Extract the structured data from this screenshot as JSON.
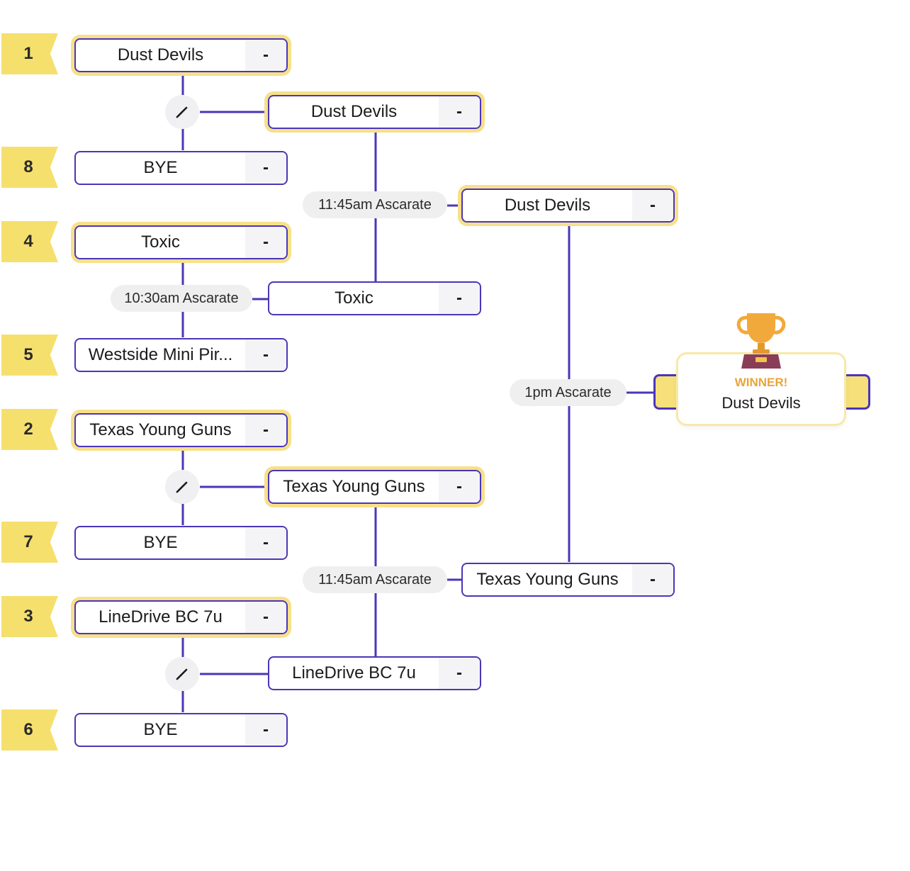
{
  "colors": {
    "line": "#4b36b8",
    "seed_bg": "#f5e06e",
    "win_glow": "#f7e08a",
    "score_bg": "#f4f4f6",
    "pill_bg": "#efefef",
    "winner_label": "#e8a43a"
  },
  "seeds": [
    "1",
    "8",
    "4",
    "5",
    "2",
    "7",
    "3",
    "6"
  ],
  "round1": [
    {
      "team": "Dust Devils",
      "score": "-",
      "winner": true
    },
    {
      "team": "BYE",
      "score": "-",
      "winner": false
    },
    {
      "team": "Toxic",
      "score": "-",
      "winner": true
    },
    {
      "team": "Westside Mini Pir...",
      "score": "-",
      "winner": false
    },
    {
      "team": "Texas Young Guns",
      "score": "-",
      "winner": true
    },
    {
      "team": "BYE",
      "score": "-",
      "winner": false
    },
    {
      "team": "LineDrive BC 7u",
      "score": "-",
      "winner": true
    },
    {
      "team": "BYE",
      "score": "-",
      "winner": false
    }
  ],
  "round2": [
    {
      "team": "Dust Devils",
      "score": "-",
      "winner": true
    },
    {
      "team": "Toxic",
      "score": "-",
      "winner": false
    },
    {
      "team": "Texas Young Guns",
      "score": "-",
      "winner": true
    },
    {
      "team": "LineDrive BC 7u",
      "score": "-",
      "winner": false
    }
  ],
  "round3": [
    {
      "team": "Dust Devils",
      "score": "-",
      "winner": true
    },
    {
      "team": "Texas Young Guns",
      "score": "-",
      "winner": false
    }
  ],
  "game_times": {
    "r1_game2": "10:30am Ascarate",
    "r2_game1": "11:45am Ascarate",
    "r2_game2": "11:45am Ascarate",
    "final": "1pm Ascarate"
  },
  "edit_icon": "pencil-icon",
  "trophy_icon": "trophy-icon",
  "winner": {
    "label": "WINNER!",
    "team": "Dust Devils"
  }
}
